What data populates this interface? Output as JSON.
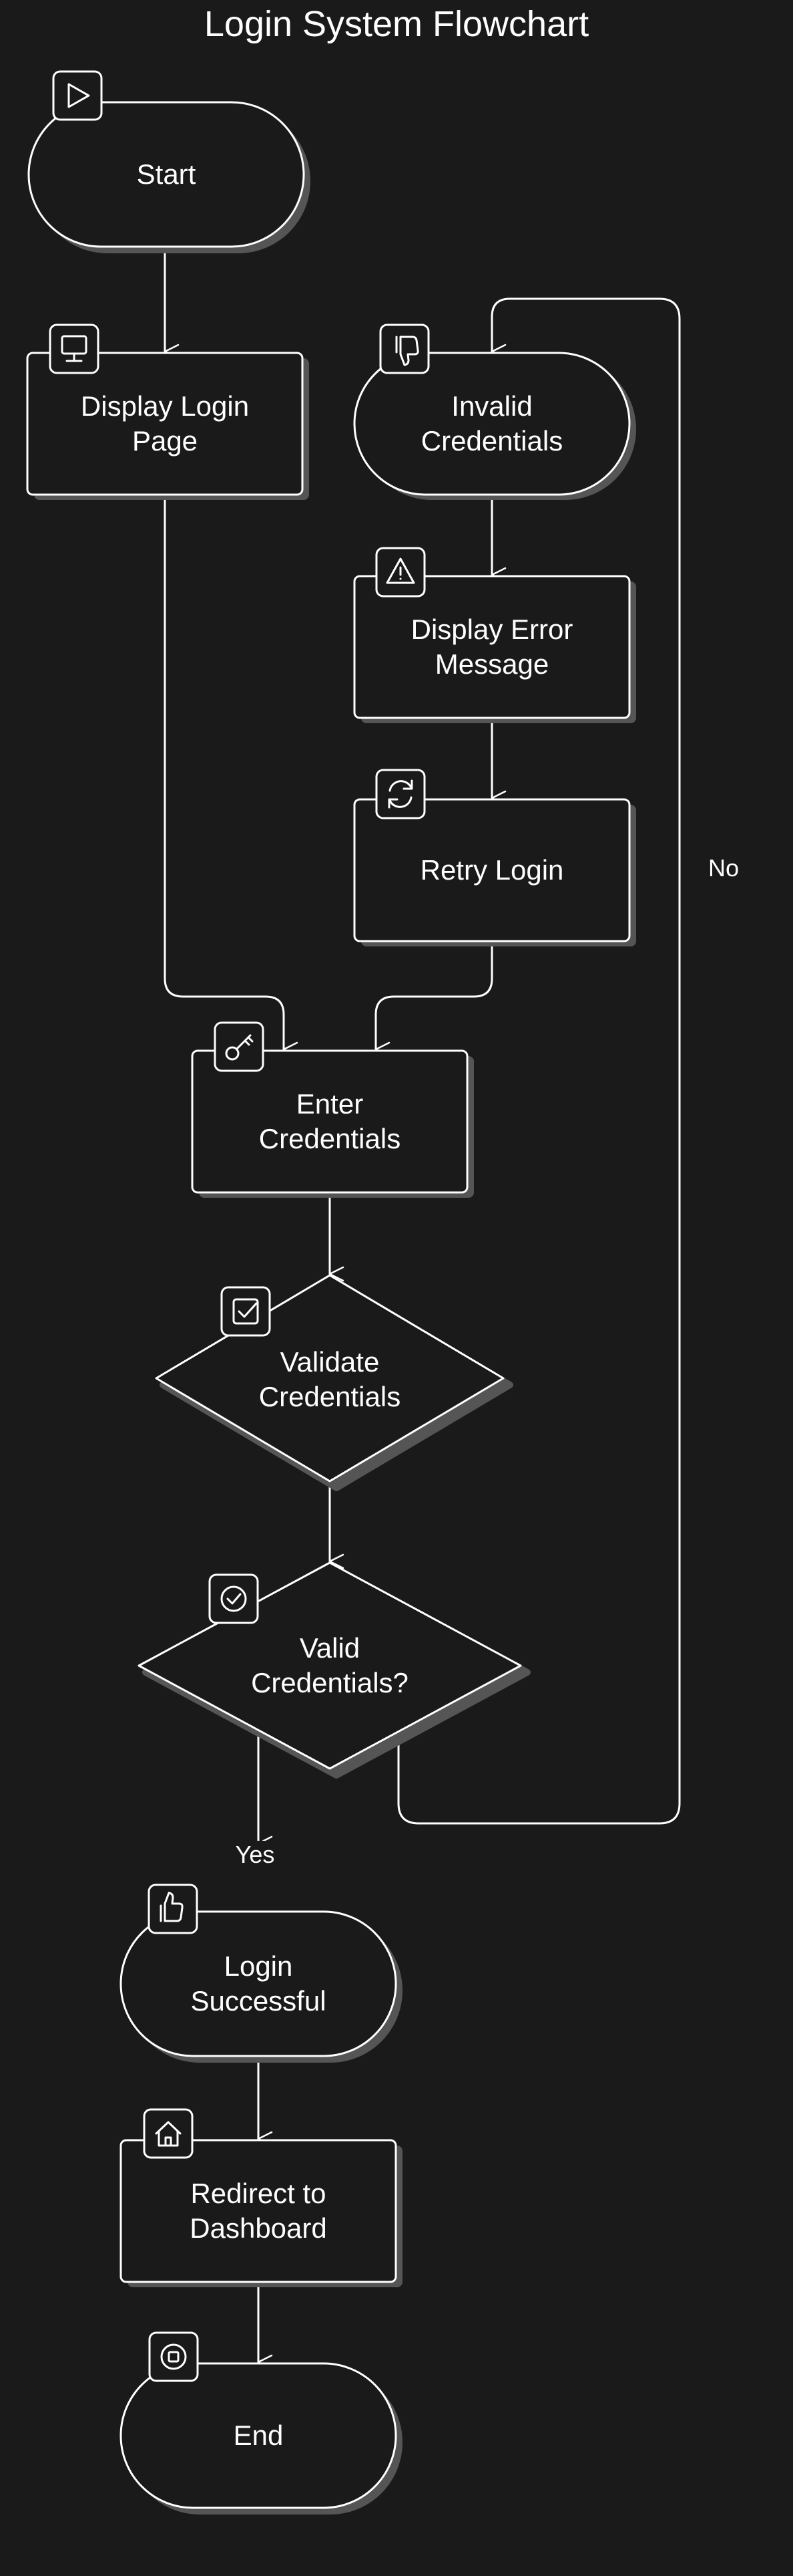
{
  "title": "Login System Flowchart",
  "colors": {
    "background": "#1a1a1a",
    "stroke": "#ffffff",
    "shadow": "#555555",
    "node_fill": "#1a1a1a"
  },
  "nodes": {
    "start": {
      "label": "Start",
      "shape": "terminal",
      "icon": "play-icon"
    },
    "display_login": {
      "label": "Display Login\nPage",
      "shape": "process",
      "icon": "monitor-icon"
    },
    "invalid": {
      "label": "Invalid\nCredentials",
      "shape": "terminal",
      "icon": "thumbs-down-icon"
    },
    "display_error": {
      "label": "Display Error\nMessage",
      "shape": "process",
      "icon": "warning-icon"
    },
    "retry": {
      "label": "Retry Login",
      "shape": "process",
      "icon": "refresh-icon"
    },
    "enter": {
      "label": "Enter\nCredentials",
      "shape": "process",
      "icon": "key-icon"
    },
    "validate": {
      "label": "Validate\nCredentials",
      "shape": "decision",
      "icon": "checkbox-icon"
    },
    "valid_q": {
      "label": "Valid\nCredentials?",
      "shape": "decision",
      "icon": "check-circle-icon"
    },
    "success": {
      "label": "Login\nSuccessful",
      "shape": "terminal",
      "icon": "thumbs-up-icon"
    },
    "redirect": {
      "label": "Redirect to\nDashboard",
      "shape": "process",
      "icon": "home-icon"
    },
    "end": {
      "label": "End",
      "shape": "terminal",
      "icon": "stop-icon"
    }
  },
  "edges": {
    "yes_label": "Yes",
    "no_label": "No"
  }
}
